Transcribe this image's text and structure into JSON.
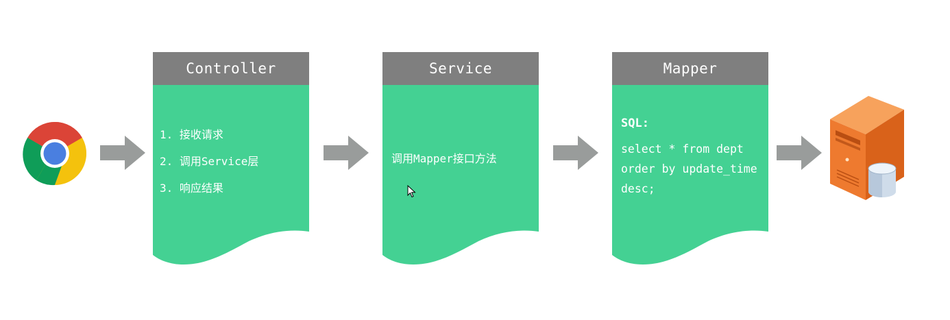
{
  "controller": {
    "title": "Controller",
    "steps": [
      "1. 接收请求",
      "2. 调用Service层",
      "3. 响应结果"
    ]
  },
  "service": {
    "title": "Service",
    "description": "调用Mapper接口方法"
  },
  "mapper": {
    "title": "Mapper",
    "sql_label": "SQL:",
    "sql_lines": [
      "select * from dept",
      "order by update_time",
      "desc;"
    ]
  },
  "colors": {
    "header_gray": "#7f7f7f",
    "body_green": "#44d193",
    "arrow_gray": "#999c9b",
    "server_orange": "#ee7a2f"
  },
  "icons": {
    "client": "chrome-browser-icon",
    "server": "database-server-icon",
    "flow": "right-arrow-icon"
  }
}
